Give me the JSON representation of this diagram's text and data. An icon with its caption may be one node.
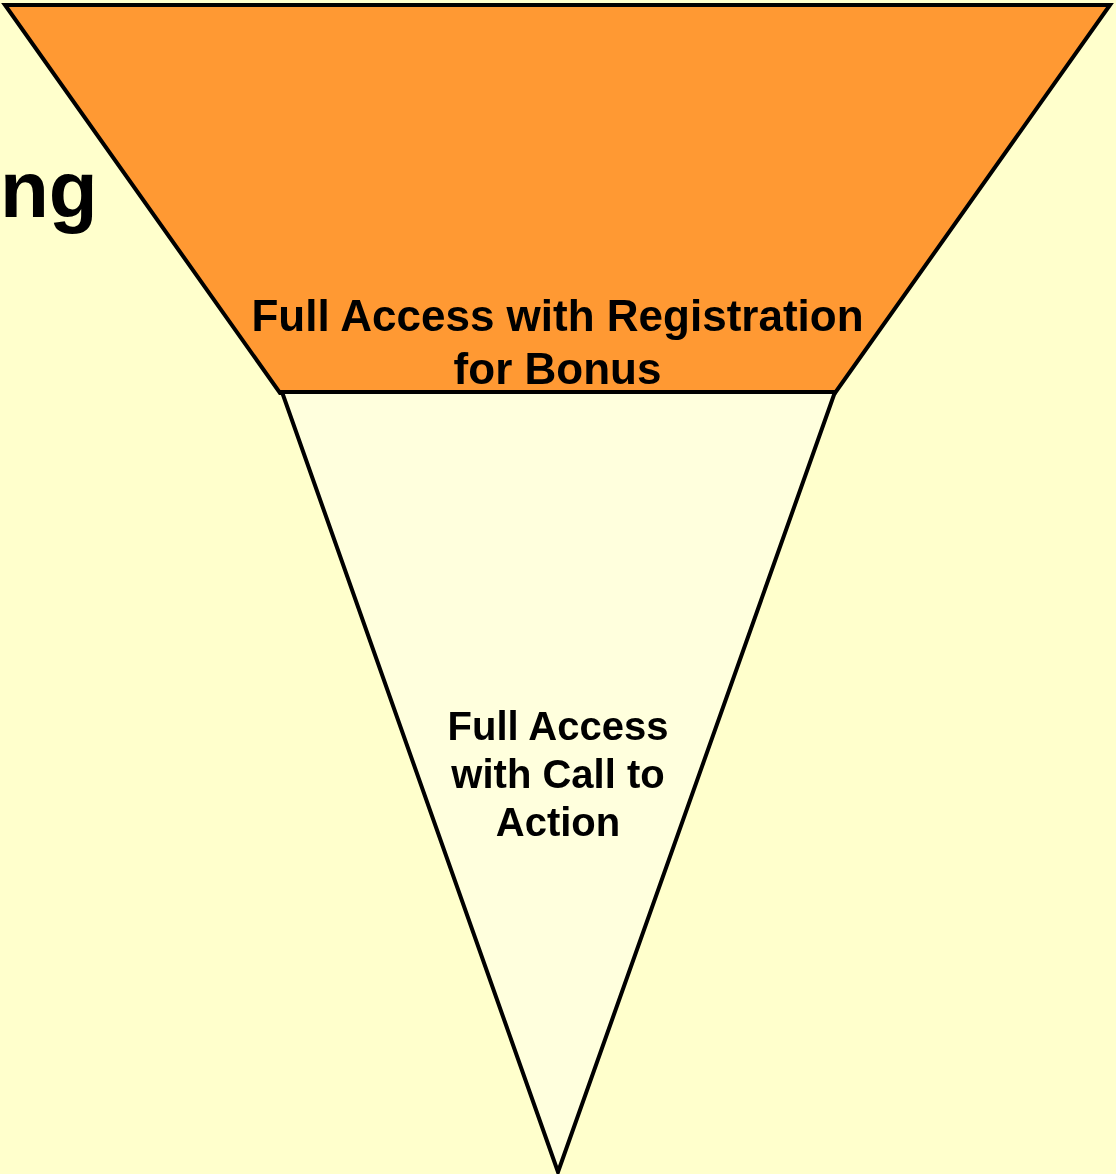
{
  "diagram": {
    "nodes": [
      {
        "text": [
          "Full Access with Registration for Bonus"
        ]
      },
      {
        "text": [
          "Full Access with Call to Action"
        ]
      }
    ],
    "labels": [
      "ng"
    ]
  }
}
